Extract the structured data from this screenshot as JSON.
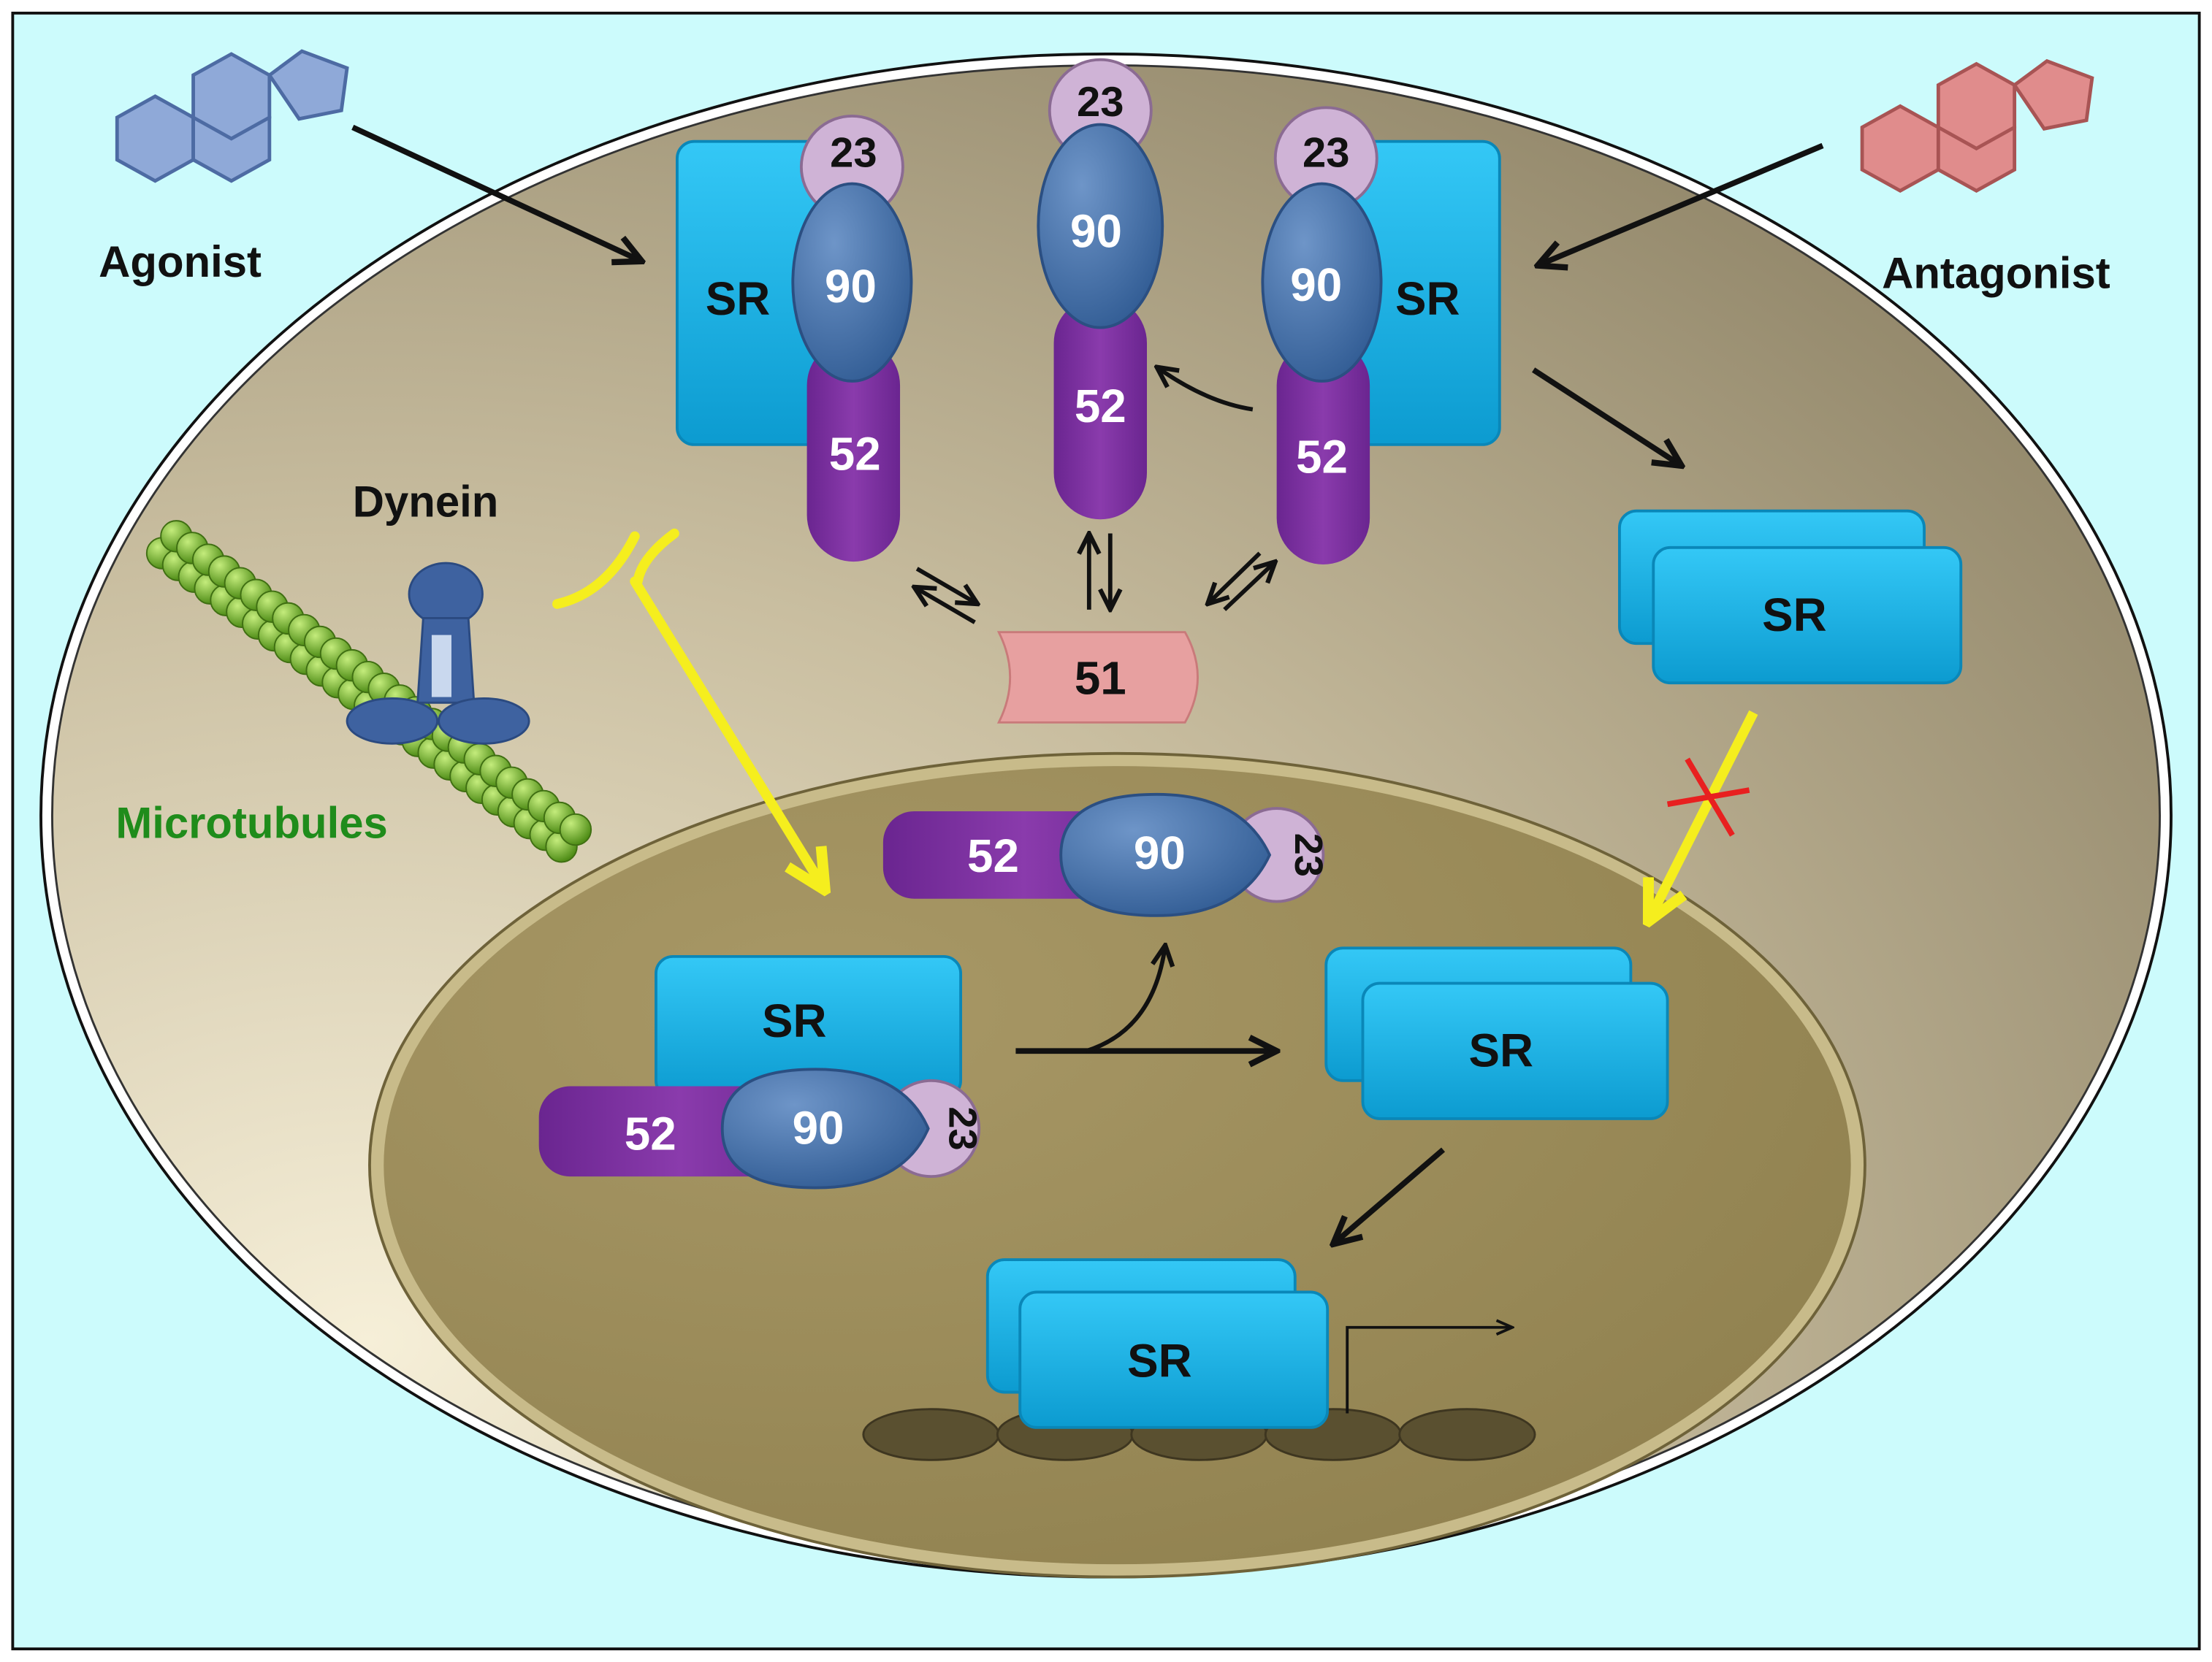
{
  "labels": {
    "agonist": "Agonist",
    "antagonist": "Antagonist",
    "dynein": "Dynein",
    "microtubules": "Microtubules"
  },
  "proteins": {
    "sr": "SR",
    "hsp90": "90",
    "p23": "23",
    "fkbp52": "52",
    "fkbp51": "51"
  },
  "colors": {
    "background": "#ccfbfc",
    "cytoplasm": "#b6ab8b",
    "nucleus": "#9d8e57",
    "sr": "#14b6ec",
    "hsp90": "#3f6ca6",
    "p23": "#cfb3d6",
    "fkbp52": "#7b2f9c",
    "fkbp51": "#e7a0a0",
    "agonist": "#8fa9d8",
    "antagonist": "#e08c8c",
    "microtubule": "#79b82e",
    "yellow_arrow": "#f5ee1e",
    "block_mark": "#e82020"
  }
}
